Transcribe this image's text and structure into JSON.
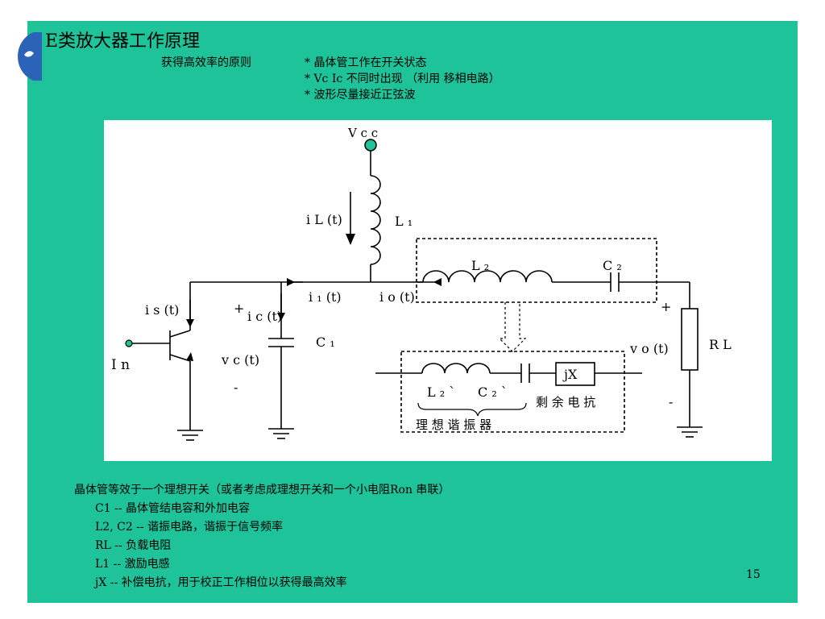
{
  "colors": {
    "slide_background": "#1ec399",
    "page_background": "#ffffff",
    "vcc_node": "#1ec399",
    "logo": "#2a63b8"
  },
  "slide": {
    "title": "E类放大器工作原理",
    "principle_label": "获得高效率的原则",
    "principles": [
      "* 晶体管工作在开关状态",
      "* Vc  Ic  不同时出现 （利用 移相电路）",
      "*  波形尽量接近正弦波"
    ]
  },
  "diagram": {
    "vcc": "V c c",
    "il": "i L (t)",
    "l1": "L ₁",
    "l2": "L ₂",
    "c2": "C ₂",
    "i1": "i ₁ (t)",
    "io": "i o (t)",
    "is": "i s (t)",
    "ic": "i c (t)",
    "plus_left": "+",
    "plus_right": "+",
    "in": "I n",
    "vc": "v c (t)",
    "minus_left": "-",
    "c1": "C ₁",
    "vo": "v o (t)",
    "rl": "R L",
    "minus_right": "-",
    "l2p": "L ₂ `",
    "c2p": "C ₂ `",
    "jx": "jX",
    "residual_reactance": "剩 余 电 抗",
    "ideal_resonator": "理 想 谐 振 器"
  },
  "notes": [
    "晶体管等效于一个理想开关（或者考虑成理想开关和一个小电阻Ron 串联）",
    "C1 -- 晶体管结电容和外加电容",
    "L2, C2 -- 谐振电路，谐振于信号频率",
    "RL -- 负载电阻",
    "L1 -- 激励电感",
    "jX -- 补偿电抗，用于校正工作相位以获得最高效率"
  ],
  "page_number": "15"
}
